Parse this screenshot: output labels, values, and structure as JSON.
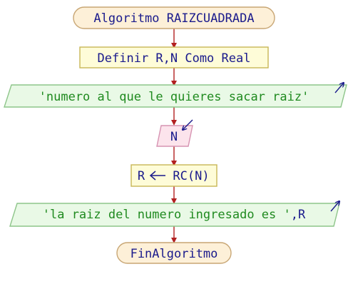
{
  "flowchart": {
    "start_label": "Algoritmo RAIZCUADRADA",
    "define_label": "Definir R,N Como Real",
    "output1_label": "'numero al que le quieres sacar raiz'",
    "input_label": "N",
    "assign_var": "R",
    "assign_expr": "RC(N)",
    "output2_string": "'la raiz del numero ingresado es '",
    "output2_var": ",R",
    "end_label": "FinAlgoritmo"
  },
  "colors": {
    "terminal_fill": "#fdf0d8",
    "terminal_stroke": "#c8a674",
    "process_fill": "#fefcd8",
    "process_stroke": "#c8b656",
    "output_fill": "#e9f9e6",
    "output_stroke": "#8ec58a",
    "input_fill": "#fce4ec",
    "input_stroke": "#d693b2",
    "arrow": "#b22020",
    "keyword_text": "#1a1a8c",
    "string_text": "#1f8a1f",
    "io_arrow": "#1a1a8c"
  }
}
